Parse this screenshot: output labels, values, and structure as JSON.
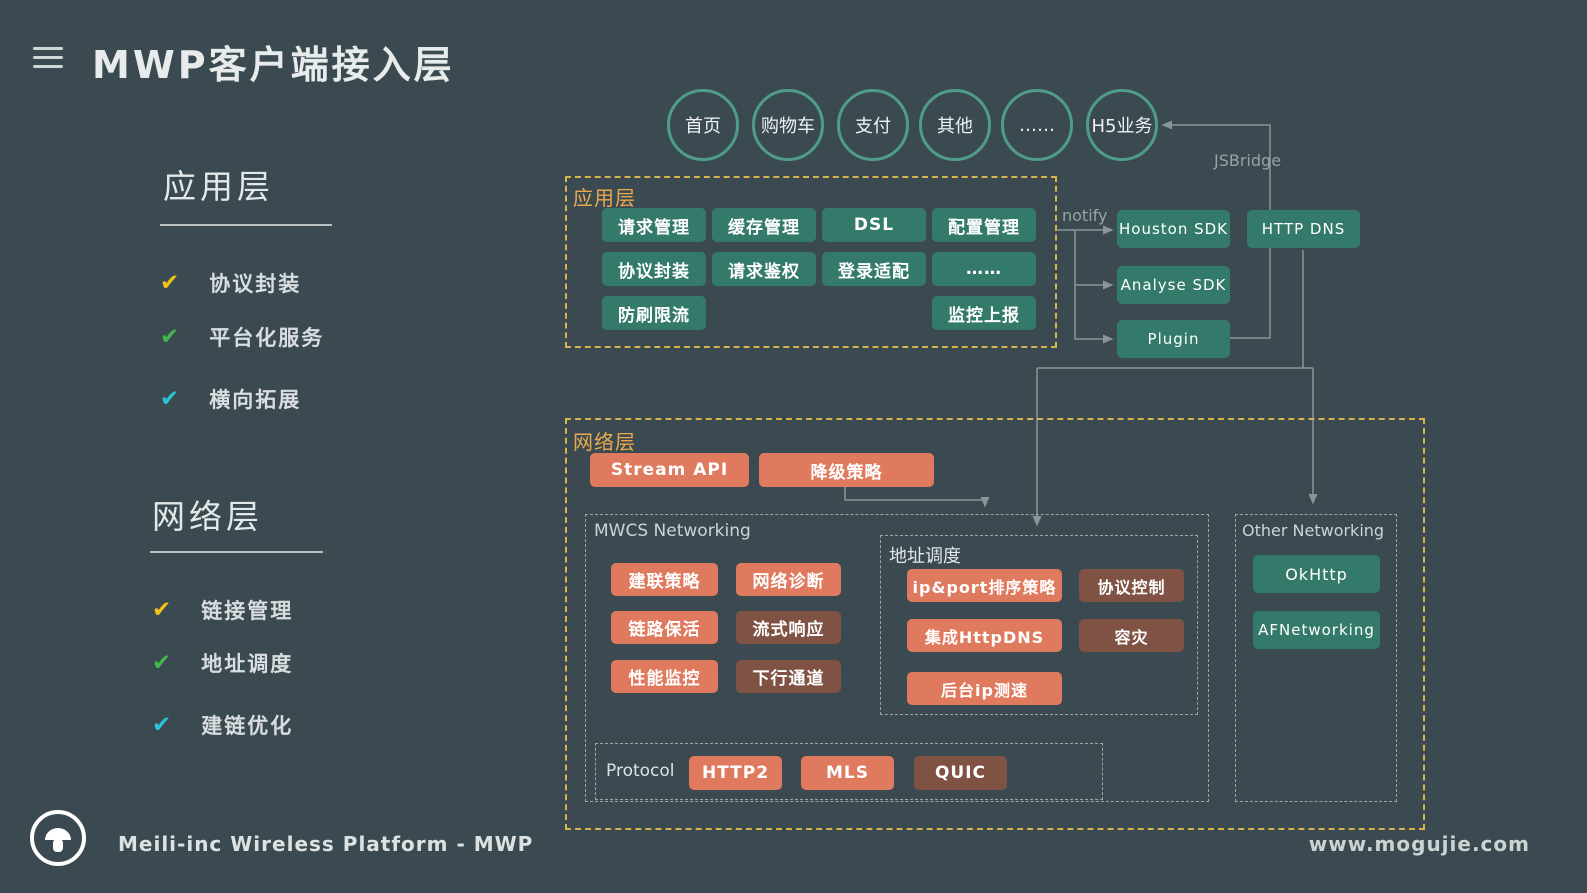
{
  "colors": {
    "background": "#3b4a50",
    "teal_node": "#337a6b",
    "salmon_node": "#e07a5f",
    "brown_node": "#7f5244",
    "dashed_yellow": "#d8b44e",
    "dashed_gray": "#9aa5a8",
    "layer_label_orange": "#e9a94e",
    "check_yellow": "#f0c21b",
    "check_green": "#43b64e",
    "check_cyan": "#29c4d5",
    "arrow_gray": "#8a9598"
  },
  "header": {
    "title": "MWP客户端接入层"
  },
  "sidebar": {
    "sections": [
      {
        "heading": "应用层",
        "items": [
          "协议封装",
          "平台化服务",
          "横向拓展"
        ]
      },
      {
        "heading": "网络层",
        "items": [
          "链接管理",
          "地址调度",
          "建链优化"
        ]
      }
    ]
  },
  "entry_circles": [
    "首页",
    "购物车",
    "支付",
    "其他",
    "……",
    "H5业务"
  ],
  "annotations": {
    "jsbridge": "JSBridge",
    "notify": "notify"
  },
  "app_layer": {
    "title": "应用层",
    "buttons": [
      "请求管理",
      "缓存管理",
      "DSL",
      "配置管理",
      "协议封装",
      "请求鉴权",
      "登录适配",
      "……",
      "防刷限流",
      "监控上报"
    ]
  },
  "sdk_boxes": [
    "Houston SDK",
    "HTTP DNS",
    "Analyse SDK",
    "Plugin"
  ],
  "network_layer": {
    "title": "网络层",
    "top_buttons": [
      "Stream API",
      "降级策略"
    ],
    "mwcs": {
      "title": "MWCS Networking",
      "buttons": [
        "建联策略",
        "网络诊断",
        "链路保活",
        "流式响应",
        "性能监控",
        "下行通道"
      ],
      "address": {
        "title": "地址调度",
        "buttons": [
          "ip&port排序策略",
          "协议控制",
          "集成HttpDNS",
          "容灾",
          "后台ip测速"
        ]
      },
      "protocol": {
        "title": "Protocol",
        "buttons": [
          "HTTP2",
          "MLS",
          "QUIC"
        ]
      }
    },
    "other": {
      "title": "Other Networking",
      "buttons": [
        "OkHttp",
        "AFNetworking"
      ]
    }
  },
  "footer": {
    "brand": "Meili-inc Wireless Platform - MWP",
    "url": "www.mogujie.com"
  },
  "icons": {
    "check": "✔"
  }
}
